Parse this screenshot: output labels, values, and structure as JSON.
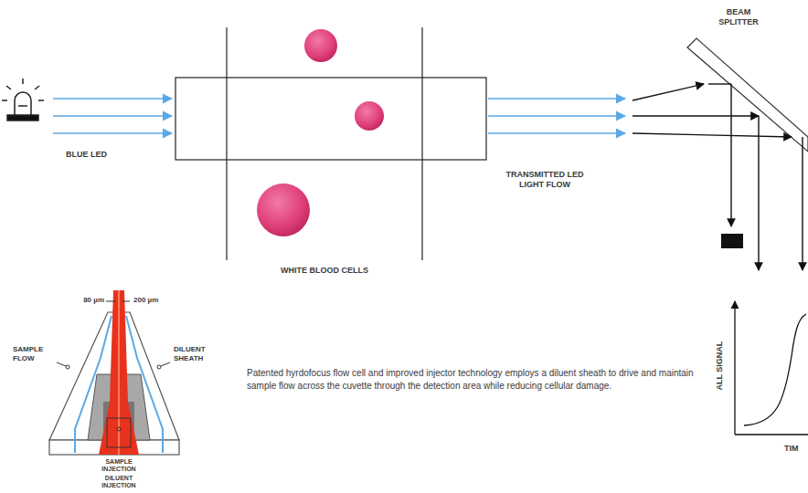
{
  "diagram": {
    "labels": [
      "BEAM SPLITTER",
      "BLUE LED",
      "TRANSMITTED LED LIGHT FLOW",
      "WHITE BLOOD CELLS",
      "80 µm",
      "200 µm",
      "SAMPLE FLOW",
      "DILUENT SHEATH",
      "ALL SIGNAL",
      "Patented hyrdofocus flow cell and improved injector technology employs a diluent sheath to drive and maintain sample flow across the cuvette through the detection area while reducing cellular damage.",
      "TIM",
      "SAMPLE INJECTION",
      "DILUENT INJECTION"
    ]
  }
}
